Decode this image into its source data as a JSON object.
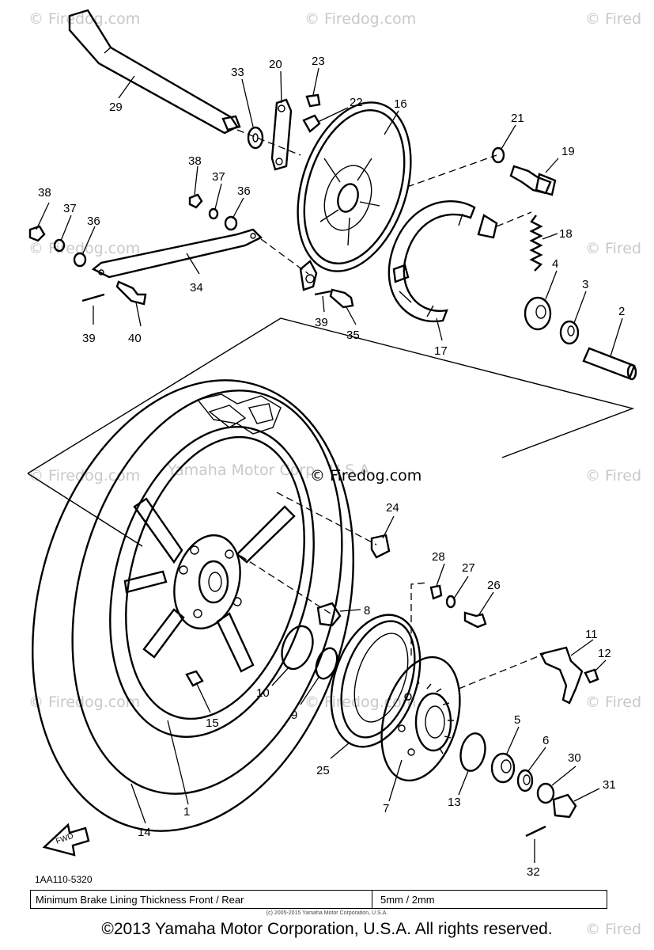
{
  "watermarks": {
    "firedog": "© Firedog.com",
    "firedog_partial": "© Fired",
    "yamaha": "Yamaha Motor Corp., U.S.A."
  },
  "callouts": {
    "c1": "1",
    "c2": "2",
    "c3": "3",
    "c4": "4",
    "c5": "5",
    "c6": "6",
    "c7": "7",
    "c8": "8",
    "c9": "9",
    "c10": "10",
    "c11": "11",
    "c12": "12",
    "c13": "13",
    "c14": "14",
    "c15": "15",
    "c16": "16",
    "c17": "17",
    "c18": "18",
    "c19": "19",
    "c20": "20",
    "c21": "21",
    "c22": "22",
    "c23": "23",
    "c24": "24",
    "c25": "25",
    "c26": "26",
    "c27": "27",
    "c28": "28",
    "c29": "29",
    "c30": "30",
    "c31": "31",
    "c32": "32",
    "c33": "33",
    "c34": "34",
    "c35": "35",
    "c36": "36",
    "c37": "37",
    "c38": "38",
    "c39": "39",
    "c40": "40"
  },
  "fwd_label": "FWD",
  "doc_code": "1AA110-5320",
  "spec_table": {
    "label": "Minimum Brake Lining Thickness Front / Rear",
    "value": "5mm / 2mm"
  },
  "small_copyright": "(c) 2005-2015 Yamaha Motor Corporation, U.S.A.",
  "copyright": "©2013 Yamaha Motor Corporation, U.S.A. All rights reserved."
}
